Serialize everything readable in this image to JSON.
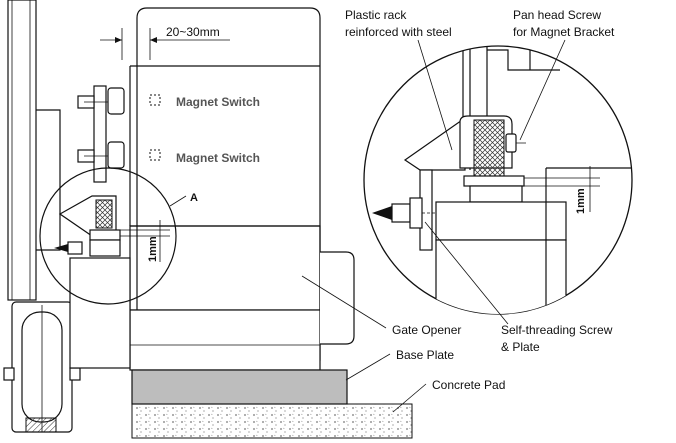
{
  "labels": {
    "dimension_gap": "20~30mm",
    "magnet_switch_1": "Magnet Switch",
    "magnet_switch_2": "Magnet Switch",
    "detail_ref": "A",
    "dimension_1mm_left": "1mm",
    "dimension_1mm_right": "1mm",
    "plastic_rack_line1": "Plastic rack",
    "plastic_rack_line2": "reinforced with steel",
    "pan_head_line1": "Pan head Screw",
    "pan_head_line2": "for Magnet Bracket",
    "gate_opener": "Gate Opener",
    "self_threading_line1": "Self-threading Screw",
    "self_threading_line2": "& Plate",
    "base_plate": "Base Plate",
    "concrete_pad": "Concrete Pad"
  },
  "colors": {
    "line": "#111111",
    "rack_hatch": "#333333",
    "base_plate_fill": "#bdbdbd",
    "concrete_dots": "#777777"
  }
}
